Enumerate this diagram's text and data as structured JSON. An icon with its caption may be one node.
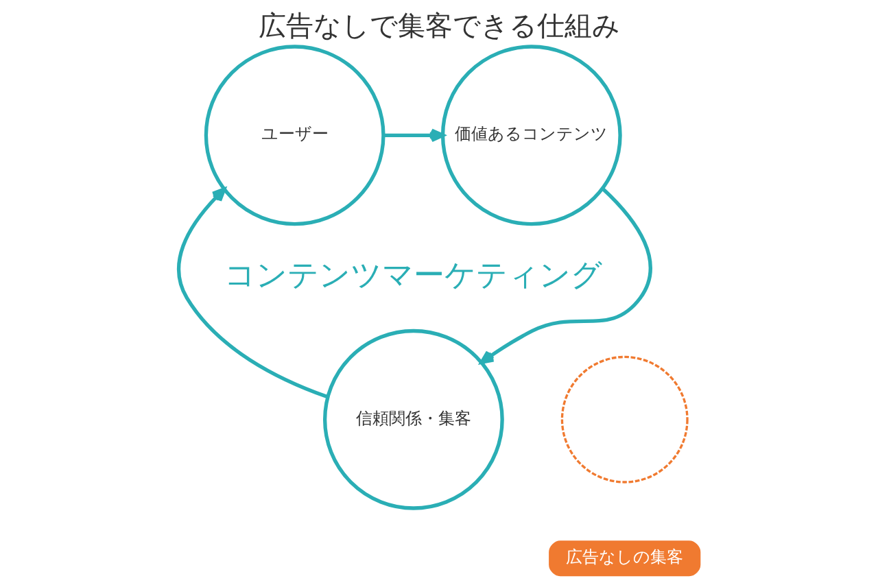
{
  "diagram": {
    "title": "広告なしで集客できる仕組み",
    "nodes": [
      {
        "text": [
          "ユーザー"
        ]
      },
      {
        "text": [
          "価値あるコンテンツ"
        ]
      },
      {
        "text": [
          "信頼関係・集客"
        ]
      },
      {
        "text": [],
        "shape": "circle"
      },
      {
        "text": [
          "広告なしの集客"
        ]
      }
    ],
    "edges": [
      {
        "from": 0,
        "to": 1,
        "arrow": "to"
      },
      {
        "from": 1,
        "to": 2,
        "arrow": "to"
      },
      {
        "from": 2,
        "to": 0,
        "arrow": "to"
      }
    ],
    "labels": [
      "コンテンツマーケティング"
    ]
  }
}
